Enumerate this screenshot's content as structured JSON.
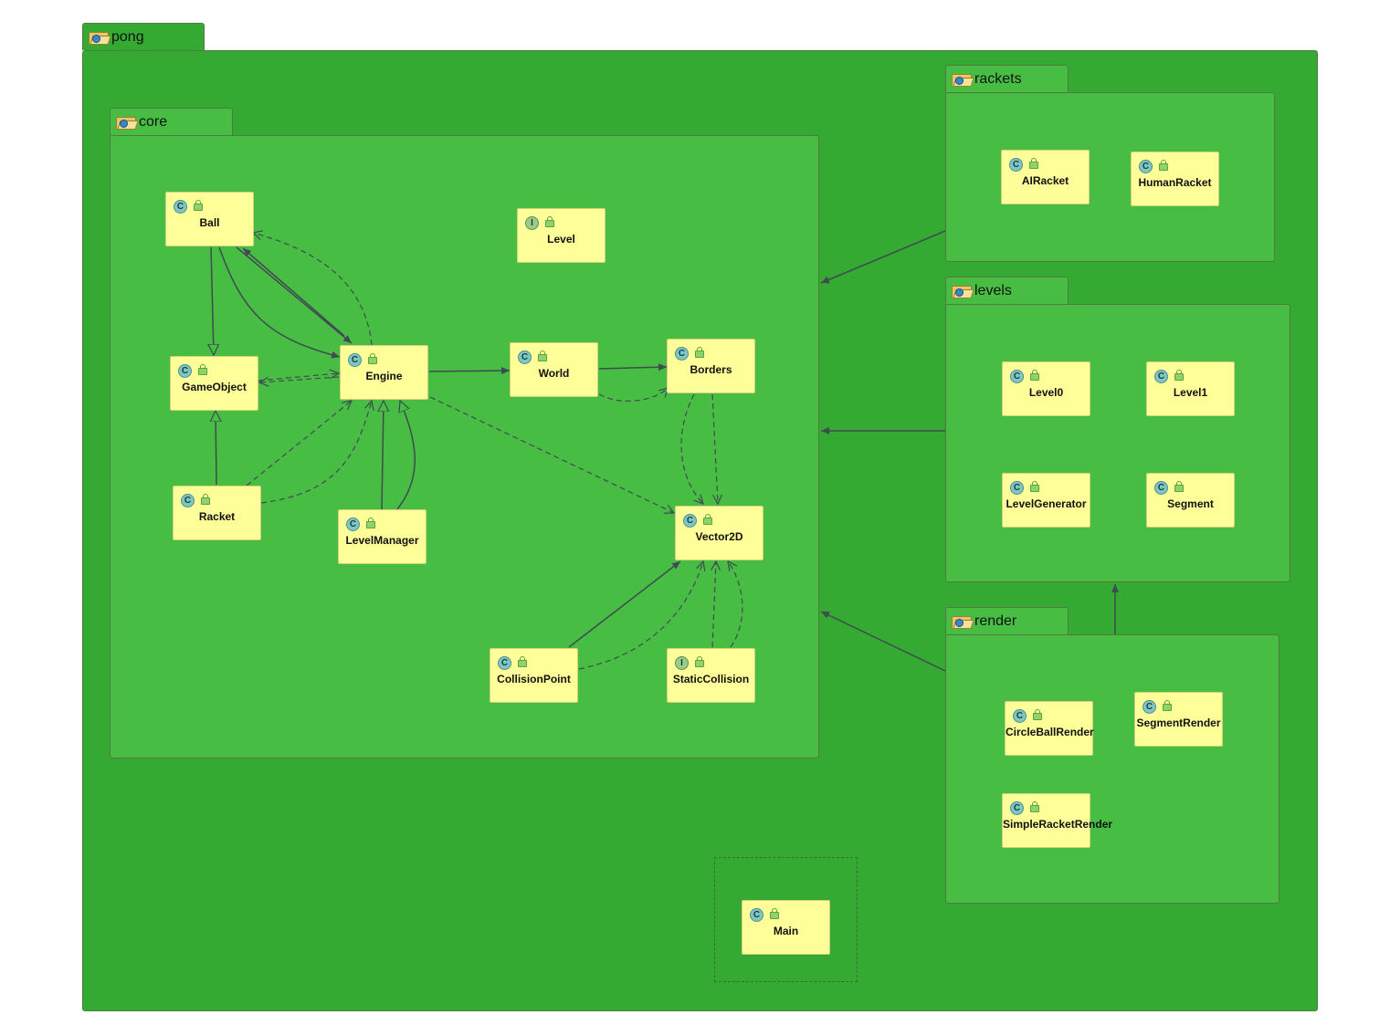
{
  "packages": {
    "pong": "pong",
    "core": "core",
    "rackets": "rackets",
    "levels": "levels",
    "render": "render"
  },
  "classes": {
    "ball": {
      "name": "Ball",
      "kind": "C"
    },
    "level": {
      "name": "Level",
      "kind": "I"
    },
    "gameobject": {
      "name": "GameObject",
      "kind": "C"
    },
    "engine": {
      "name": "Engine",
      "kind": "C"
    },
    "world": {
      "name": "World",
      "kind": "C"
    },
    "borders": {
      "name": "Borders",
      "kind": "C"
    },
    "racket": {
      "name": "Racket",
      "kind": "C"
    },
    "levelmanager": {
      "name": "LevelManager",
      "kind": "C"
    },
    "vector2d": {
      "name": "Vector2D",
      "kind": "C"
    },
    "collisionpoint": {
      "name": "CollisionPoint",
      "kind": "C"
    },
    "staticcollision": {
      "name": "StaticCollision",
      "kind": "I"
    },
    "airacket": {
      "name": "AIRacket",
      "kind": "C"
    },
    "humanracket": {
      "name": "HumanRacket",
      "kind": "C"
    },
    "level0": {
      "name": "Level0",
      "kind": "C"
    },
    "level1": {
      "name": "Level1",
      "kind": "C"
    },
    "levelgenerator": {
      "name": "LevelGenerator",
      "kind": "C"
    },
    "segment": {
      "name": "Segment",
      "kind": "C"
    },
    "circleballrender": {
      "name": "CircleBallRender",
      "kind": "C"
    },
    "segmentrender": {
      "name": "SegmentRender",
      "kind": "C"
    },
    "simpleracketrender": {
      "name": "SimpleRacketRender",
      "kind": "C"
    },
    "main": {
      "name": "Main",
      "kind": "C"
    }
  },
  "icons": {
    "package": "folder-package-icon",
    "class": "class-c-icon",
    "interface": "interface-i-icon",
    "visibility": "public-lock-icon"
  }
}
